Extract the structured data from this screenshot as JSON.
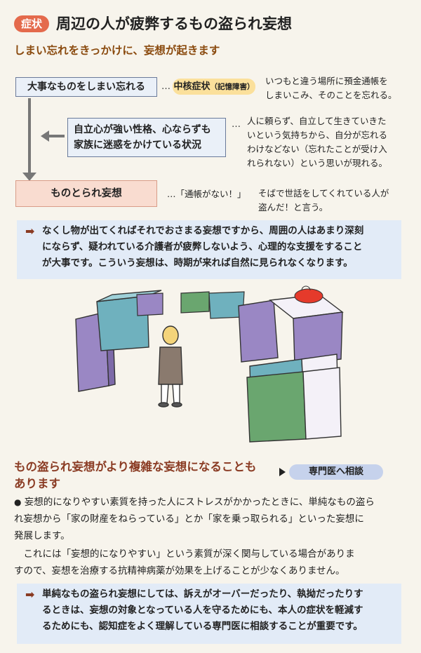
{
  "header": {
    "badge": "症状",
    "title": "周辺の人が疲弊するもの盗られ妄想",
    "subtitle": "しまい忘れをきっかけに、妄想が起きます"
  },
  "flow": {
    "box1": "大事なものをしまい忘れる",
    "core_label": "中核症状",
    "core_note": "（記憶障害）",
    "desc1_line1": "いつもと違う場所に預金通帳を",
    "desc1_line2": "しまいこみ、そのことを忘れる。",
    "box2_line1": "自立心が強い性格、心ならずも",
    "box2_line2": "家族に迷惑をかけている状況",
    "desc2_line1": "人に頼らず、自立して生きていきた",
    "desc2_line2": "いという気持ちから、自分が忘れる",
    "desc2_line3": "わけなどない（忘れたことが受け入",
    "desc2_line4": "れられない）という思いが現れる。",
    "box3": "ものとられ妄想",
    "quote": "…「通帳がない！」",
    "desc3_line1": "そばで世話をしてくれている人が",
    "desc3_line2": "盗んだ！と言う。",
    "ellipsis": "…"
  },
  "note1": {
    "line1": "なくし物が出てくればそれでおさまる妄想ですから、周囲の人はあまり深刻",
    "line2": "にならず、疑われている介護者が疲弊しないよう、心理的な支援をすること",
    "line3": "が大事です。こういう妄想は、時期が来れば自然に見られなくなります。"
  },
  "section2": {
    "title_line1": "もの盗られ妄想がより複雑な妄想になることも",
    "title_line2": "あります",
    "specialist": "専門医へ相談",
    "para1_line1": "妄想的になりやすい素質を持った人にストレスがかかったときに、単純なもの盗ら",
    "para1_line2": "れ妄想から「家の財産をねらっている」とか「家を乗っ取られる」といった妄想に",
    "para1_line3": "発展します。",
    "para2_line1": "これには「妄想的になりやすい」という素質が深く関与している場合がありま",
    "para2_line2": "すので、妄想を治療する抗精神病薬が効果を上げることが少なくありません。"
  },
  "note2": {
    "line1": "単純なもの盗られ妄想にしては、訴えがオーバーだったり、執拗だったりす",
    "line2": "るときは、妄想の対象となっている人を守るためにも、本人の症状を軽減す",
    "line3": "るためにも、認知症をよく理解している専門医に相談することが重要です。"
  },
  "colors": {
    "badge": "#e46a4c",
    "subtitle": "#8a4a0e",
    "note_bg": "#e2ebf7",
    "core_bg": "#fbe09b",
    "specialist_bg": "#c6d2ec"
  }
}
